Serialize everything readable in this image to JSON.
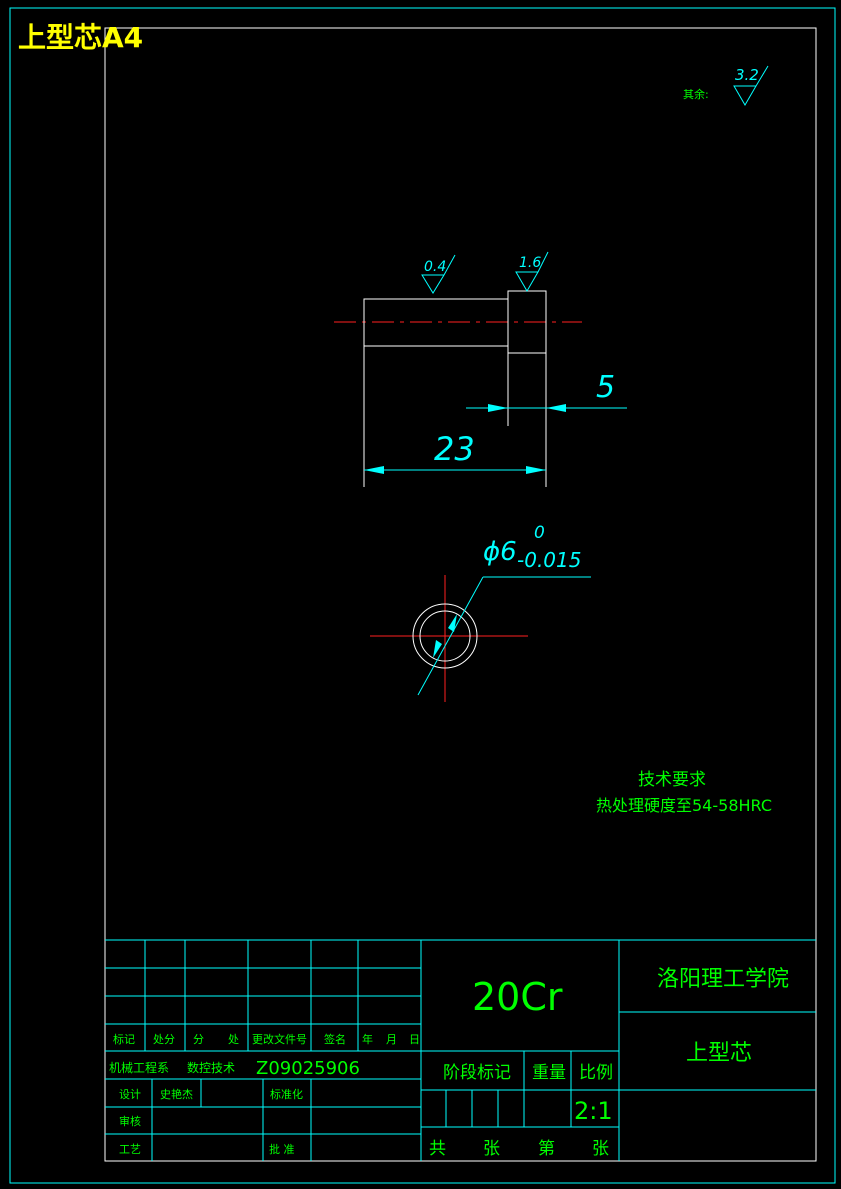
{
  "sheet_title": "上型芯A4",
  "roughness_other": {
    "label": "其余:",
    "value": "3.2"
  },
  "roughness_marks": [
    "0.4",
    "1.6"
  ],
  "dimensions": {
    "collar_length": "5",
    "total_length": "23",
    "diameter": "ϕ6",
    "tol_upper": "0",
    "tol_lower": "-0.015"
  },
  "tech_req": {
    "title": "技术要求",
    "line1": "热处理硬度至54-58HRC"
  },
  "title_block": {
    "material": "20Cr",
    "school": "洛阳理工学院",
    "part_name": "上型芯",
    "stage_mark": "阶段标记",
    "weight": "重量",
    "scale_label": "比例",
    "scale": "2:1",
    "sheets_total_1": "共",
    "sheets_total_2": "张",
    "sheet_no_1": "第",
    "sheet_no_2": "张",
    "rev_headers": [
      "标记",
      "处分",
      "分",
      "处",
      "更改文件号",
      "签名",
      "年",
      "月",
      "日"
    ],
    "dept": "机械工程系",
    "major": "数控技术",
    "student_id": "Z09025906",
    "design_label": "设计",
    "designer": "史艳杰",
    "standard_label": "标准化",
    "check_label": "审核",
    "process_label": "工艺",
    "approve_label": "批 准"
  }
}
